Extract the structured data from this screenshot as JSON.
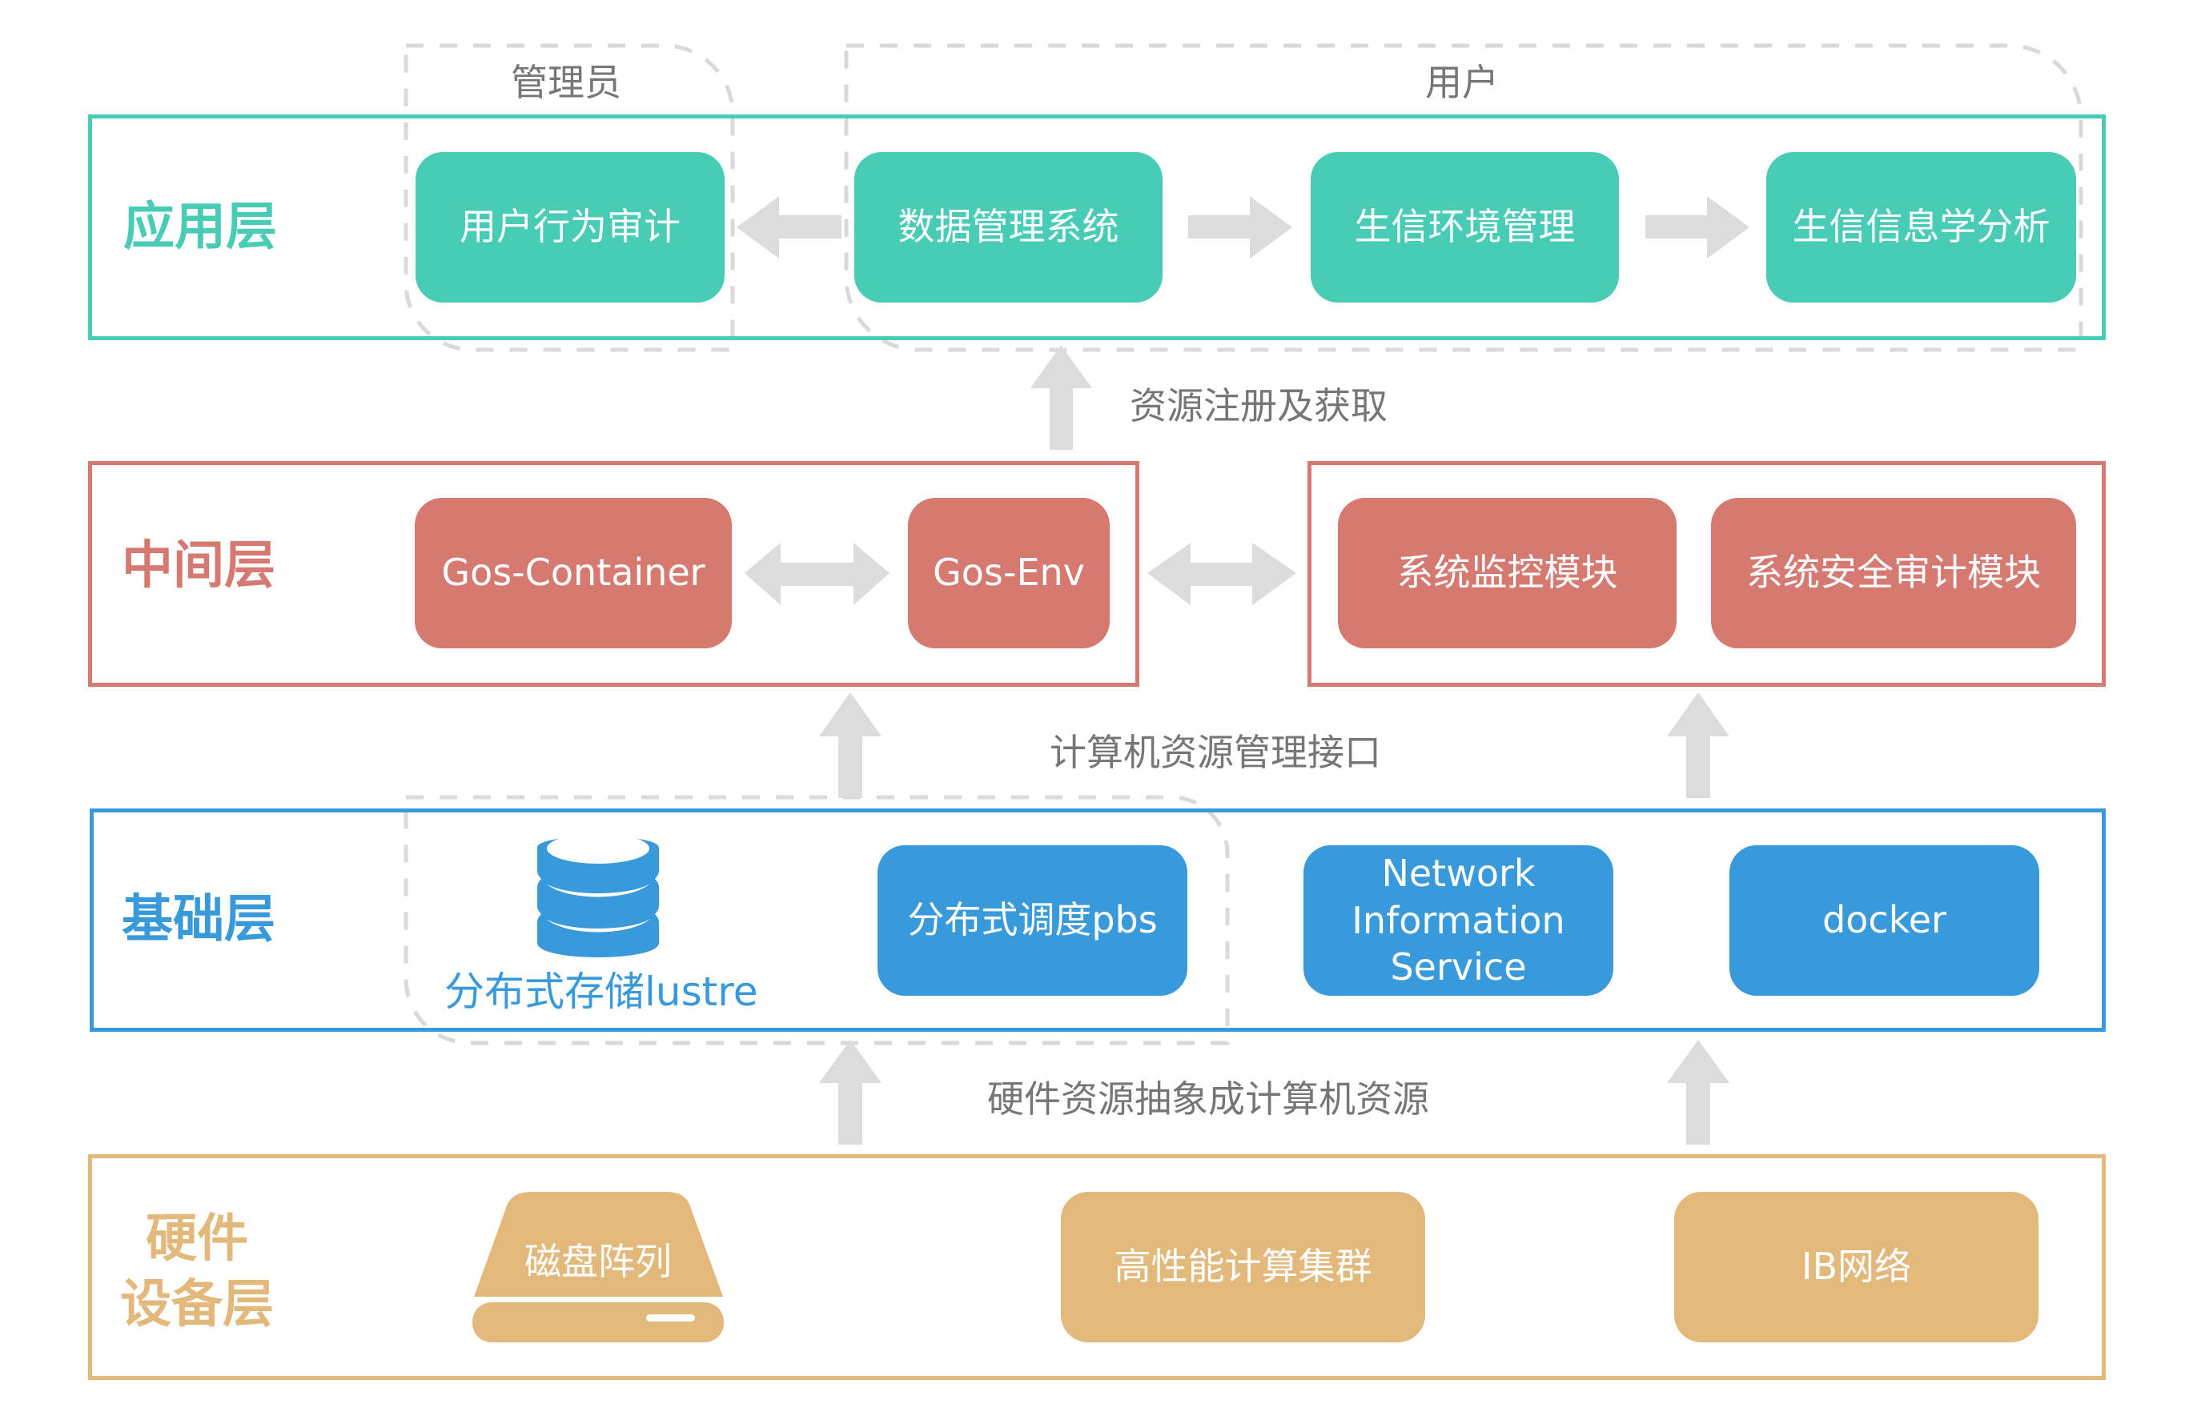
{
  "colors": {
    "application": "#48ccb5",
    "middleware": "#d67a71",
    "base": "#3899db",
    "hardware": "#e3b87b",
    "arrow": "#dcdcdc",
    "dashed_group": "#d9d9d9",
    "caption_text": "#767676"
  },
  "groups": {
    "admin": "管理员",
    "user": "用户"
  },
  "layers": {
    "application": {
      "label": "应用层",
      "modules": [
        "用户行为审计",
        "数据管理系统",
        "生信环境管理",
        "生信信息学分析"
      ]
    },
    "middleware": {
      "label": "中间层",
      "modules": [
        "Gos-Container",
        "Gos-Env",
        "系统监控模块",
        "系统安全审计模块"
      ]
    },
    "base": {
      "label": "基础层",
      "storage_label": "分布式存储lustre",
      "modules": [
        "分布式调度pbs",
        "Network\nInformation\nService",
        "docker"
      ]
    },
    "hardware": {
      "label_line1": "硬件",
      "label_line2": "设备层",
      "modules": [
        "磁盘阵列",
        "高性能计算集群",
        "IB网络"
      ]
    }
  },
  "connectors": {
    "middleware_to_application": "资源注册及获取",
    "base_to_middleware": "计算机资源管理接口",
    "hardware_to_base": "硬件资源抽象成计算机资源"
  },
  "icons": {
    "storage": "database-icon",
    "disk": "hard-disk-icon"
  }
}
